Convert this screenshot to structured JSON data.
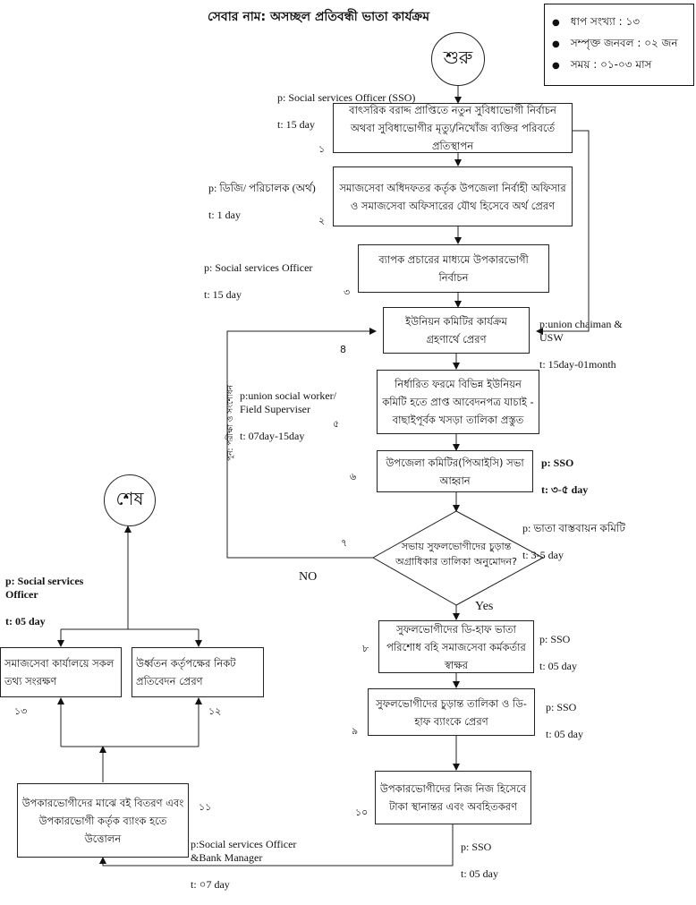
{
  "title": "সেবার নাম: অসচ্ছল প্রতিবন্ধী ভাতা কার্যক্রম",
  "info": {
    "items": [
      "ধাপ সংখ্যা : ১৩",
      "সম্পৃক্ত জনবল : ০২ জন",
      "সময় : ০১-০৩ মাস"
    ]
  },
  "start_label": "শুরু",
  "end_label": "শেষ",
  "decision": {
    "text": "সভায় সুফলভোগীদের চুড়ান্ত অগ্রাধিকার তালিকা অনুমোদন?",
    "yes": "Yes",
    "no": "NO",
    "loop_label": "পুন: পরীক্ষা ও সংশোধন"
  },
  "steps": [
    {
      "num": "১",
      "text": "বাৎসরিক বরাদ্দ প্রাপ্তিতে নতুন সুবিধাভোগী নির্বাচন অথবা সুবিধাভোগীর মৃত্যু/নিখোঁজ ব্যক্তির পরিবর্তে প্রতিস্থাপন",
      "p": "p: Social services Officer (SSO)",
      "t": "t: 15 day"
    },
    {
      "num": "২",
      "text": "সমাজসেবা অধিদফতর কর্তৃক উপজেলা নির্বাহী অফিসার ও সমাজসেবা অফিসারের যৌথ হিসেবে অর্থ প্রেরণ",
      "p": "p: ডিজি/ পরিচালক (অর্থ)",
      "t": "t: 1 day"
    },
    {
      "num": "৩",
      "text": "ব্যাপক প্রচারের মাধ্যমে উপকারভোগী নির্বাচন",
      "p": "p: Social services Officer",
      "t": "t: 15 day"
    },
    {
      "num": "8",
      "text": "ইউনিয়ন কমিটির কার্যক্রম গ্রহণার্থে প্রেরণ",
      "p": "p:union  chaiman &\nUSW",
      "t": "t: 15day-01month"
    },
    {
      "num": "৫",
      "text": "নির্ধারিত ফরমে বিভিন্ন ইউনিয়ন কমিটি হতে প্রাপ্ত আবেদনপত্র যাচাই - বাছাইপূর্বক খসড়া তালিকা প্রস্তুত",
      "p": "p:union social worker/\nField Superviser",
      "t": "t: 07day-15day"
    },
    {
      "num": "৬",
      "text": "উপজেলা কমিটির(পিআইসি) সভা আহ্বান",
      "p": "p: SSO",
      "t": "t: ৩-৫ day"
    },
    {
      "num": "৭",
      "text": "",
      "p": "p: ভাতা বাস্তবায়ন কমিটি",
      "t": "t: 3-5 day"
    },
    {
      "num": "৮",
      "text": "সুফলভোগীদের ডি-হাফ ভাতা পরিশোধ বহি  সমাজসেবা কর্মকর্তার স্বাক্ষর",
      "p": "p: SSO",
      "t": "t: 05 day"
    },
    {
      "num": "৯",
      "text": "সুফলভোগীদের চুড়ান্ত তালিকা ও ডি-হাফ ব্যাংকে প্রেরণ",
      "p": "p: SSO",
      "t": "t: 05 day"
    },
    {
      "num": "১০",
      "text": "উপকারভোগীদের নিজ নিজ হিসেবে টাকা স্থানান্তর এবং অবহিতকরণ",
      "p": "p: SSO",
      "t": "t: 05 day"
    },
    {
      "num": "১১",
      "text": "উপকারভোগীদের মাঝে বই বিতরণ এবং  উপকারভোগী কর্তৃক ব্যাংক হতে উত্তোলন",
      "p": "p:Social services Officer\n&Bank Manager",
      "t": "t: ০7 day"
    },
    {
      "num": "১২",
      "text": "উর্ধ্বতন কর্তৃপক্ষের নিকট প্রতিবেদন প্রেরণ",
      "p": "",
      "t": ""
    },
    {
      "num": "১৩",
      "text": "সমাজসেবা কার্যালয়ে সকল তথ্য সংরক্ষণ",
      "p": "p: Social services\nOfficer",
      "t": "t: 05 day"
    }
  ]
}
